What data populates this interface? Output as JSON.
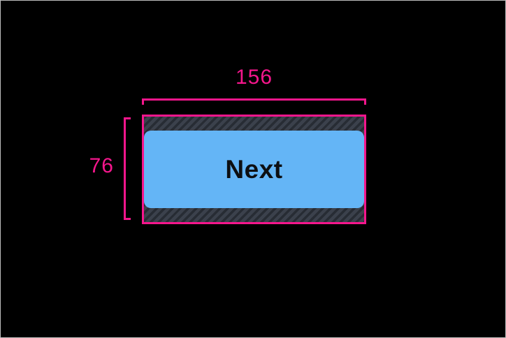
{
  "window": {
    "background_color": "#000000",
    "frame_border_color": "#bdbdbd"
  },
  "inspector": {
    "accent_color": "#f5168c",
    "width_annotation": {
      "label": "156"
    },
    "height_annotation": {
      "label": "76"
    }
  },
  "component": {
    "type": "button",
    "label": "Next",
    "fill_color": "#64b5f6",
    "text_color": "#0d0f12",
    "padding_hatch": {
      "base_color": "#3b414c",
      "stripe_color": "#272c34"
    }
  }
}
